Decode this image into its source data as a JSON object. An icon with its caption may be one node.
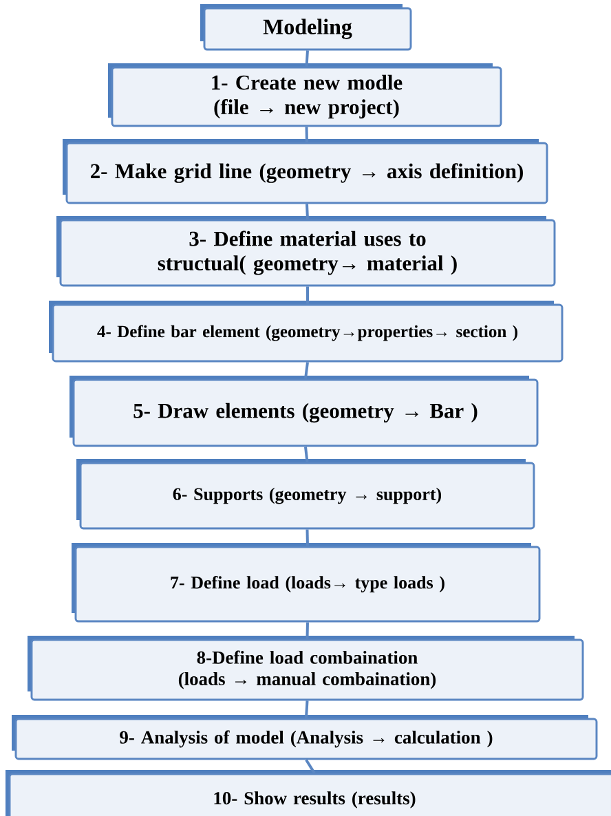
{
  "diagram": {
    "nodes": [
      {
        "text": [
          "Modeling"
        ]
      },
      {
        "text": [
          "1- Create new modle (file → new project)"
        ]
      },
      {
        "text": [
          "2- Make grid line (geometry → axis definition)"
        ]
      },
      {
        "text": [
          "3- Define material uses to structual( geometry→ material )"
        ]
      },
      {
        "text": [
          "4- Define bar element (geometry→properties→ section )"
        ]
      },
      {
        "text": [
          "5- Draw elements (geometry → Bar )"
        ]
      },
      {
        "text": [
          "6- Supports (geometry → support)"
        ]
      },
      {
        "text": [
          "7- Define load (loads→ type loads )"
        ]
      },
      {
        "text": [
          "8-Define load combaination (loads → manual combaination)"
        ]
      },
      {
        "text": [
          "9- Analysis of model (Analysis → calculation )"
        ]
      },
      {
        "text": [
          "10- Show results (results)"
        ]
      }
    ],
    "edges": [
      {
        "from": 0,
        "to": 1,
        "arrow": "none"
      },
      {
        "from": 1,
        "to": 2,
        "arrow": "none"
      },
      {
        "from": 2,
        "to": 3,
        "arrow": "none"
      },
      {
        "from": 3,
        "to": 4,
        "arrow": "none"
      },
      {
        "from": 4,
        "to": 5,
        "arrow": "none"
      },
      {
        "from": 5,
        "to": 6,
        "arrow": "none"
      },
      {
        "from": 6,
        "to": 7,
        "arrow": "none"
      },
      {
        "from": 7,
        "to": 8,
        "arrow": "none"
      },
      {
        "from": 8,
        "to": 9,
        "arrow": "none"
      },
      {
        "from": 9,
        "to": 10,
        "arrow": "none"
      }
    ]
  }
}
